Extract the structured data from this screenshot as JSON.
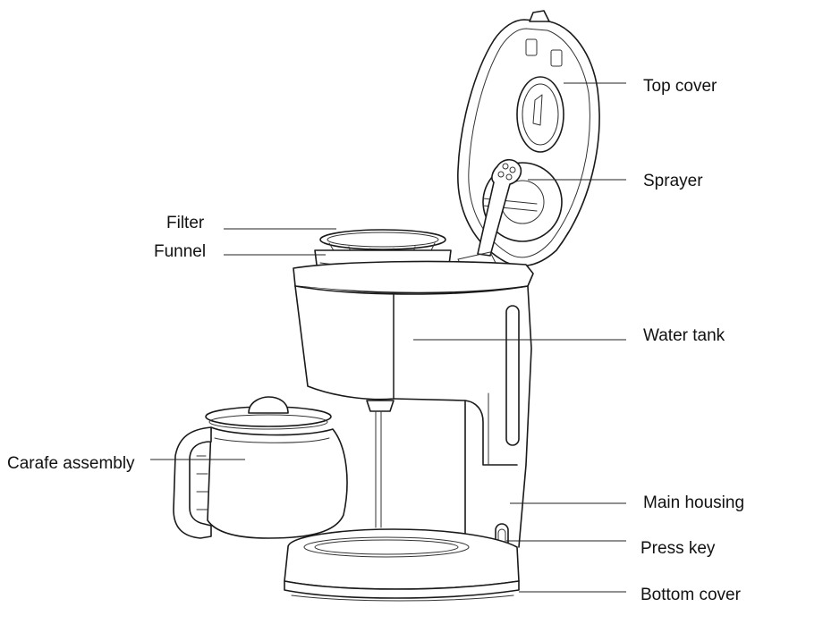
{
  "labels": {
    "top_cover": "Top cover",
    "sprayer": "Sprayer",
    "filter": "Filter",
    "funnel": "Funnel",
    "water_tank": "Water tank",
    "carafe_assembly": "Carafe assembly",
    "main_housing": "Main housing",
    "press_key": "Press key",
    "bottom_cover": "Bottom cover"
  }
}
